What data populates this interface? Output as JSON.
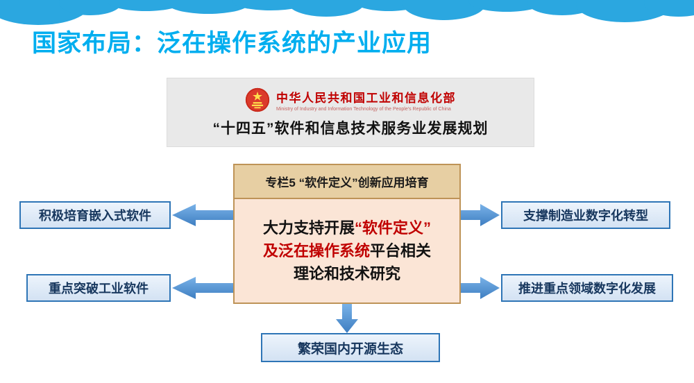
{
  "title": "国家布局：泛在操作系统的产业应用",
  "ministry": {
    "name_cn": "中华人民共和国工业和信息化部",
    "name_en": "Ministry of Industry and Information Technology of the People's Republic of China",
    "plan_title": "“十四五”软件和信息技术服务业发展规划"
  },
  "spotlight": {
    "header": "专栏5 “软件定义”创新应用培育",
    "line1_black": "大力支持开展",
    "line1_red": "“软件定义”",
    "line2_red": "及泛在操作系统",
    "line2_black": "平台相关",
    "line3": "理论和技术研究"
  },
  "left_boxes": [
    {
      "label": "积极培育嵌入式软件"
    },
    {
      "label": "重点突破工业软件"
    }
  ],
  "right_boxes": [
    {
      "label": "支撑制造业数字化转型"
    },
    {
      "label": "推进重点领域数字化发展"
    }
  ],
  "bottom_box": {
    "label": "繁荣国内开源生态"
  },
  "icons": {
    "emblem": "national-emblem-icon",
    "clouds": "cloud-banner-decoration"
  },
  "colors": {
    "title_blue": "#00AEEF",
    "cloud_blue": "#2BA7E0",
    "arrow_blue_light": "#79B2E8",
    "arrow_blue_dark": "#3E7EC1",
    "box_border_blue": "#2E75B6",
    "box_fill_blue": "#D9E6F5",
    "box_text_blue": "#17375E",
    "ministry_red": "#C00000",
    "accent_red": "#C00000",
    "callout_header_tan": "#E7CFA3",
    "callout_border_tan": "#BE9357",
    "callout_body_peach": "#FBE5D6",
    "panel_gray": "#E9E9E9"
  }
}
